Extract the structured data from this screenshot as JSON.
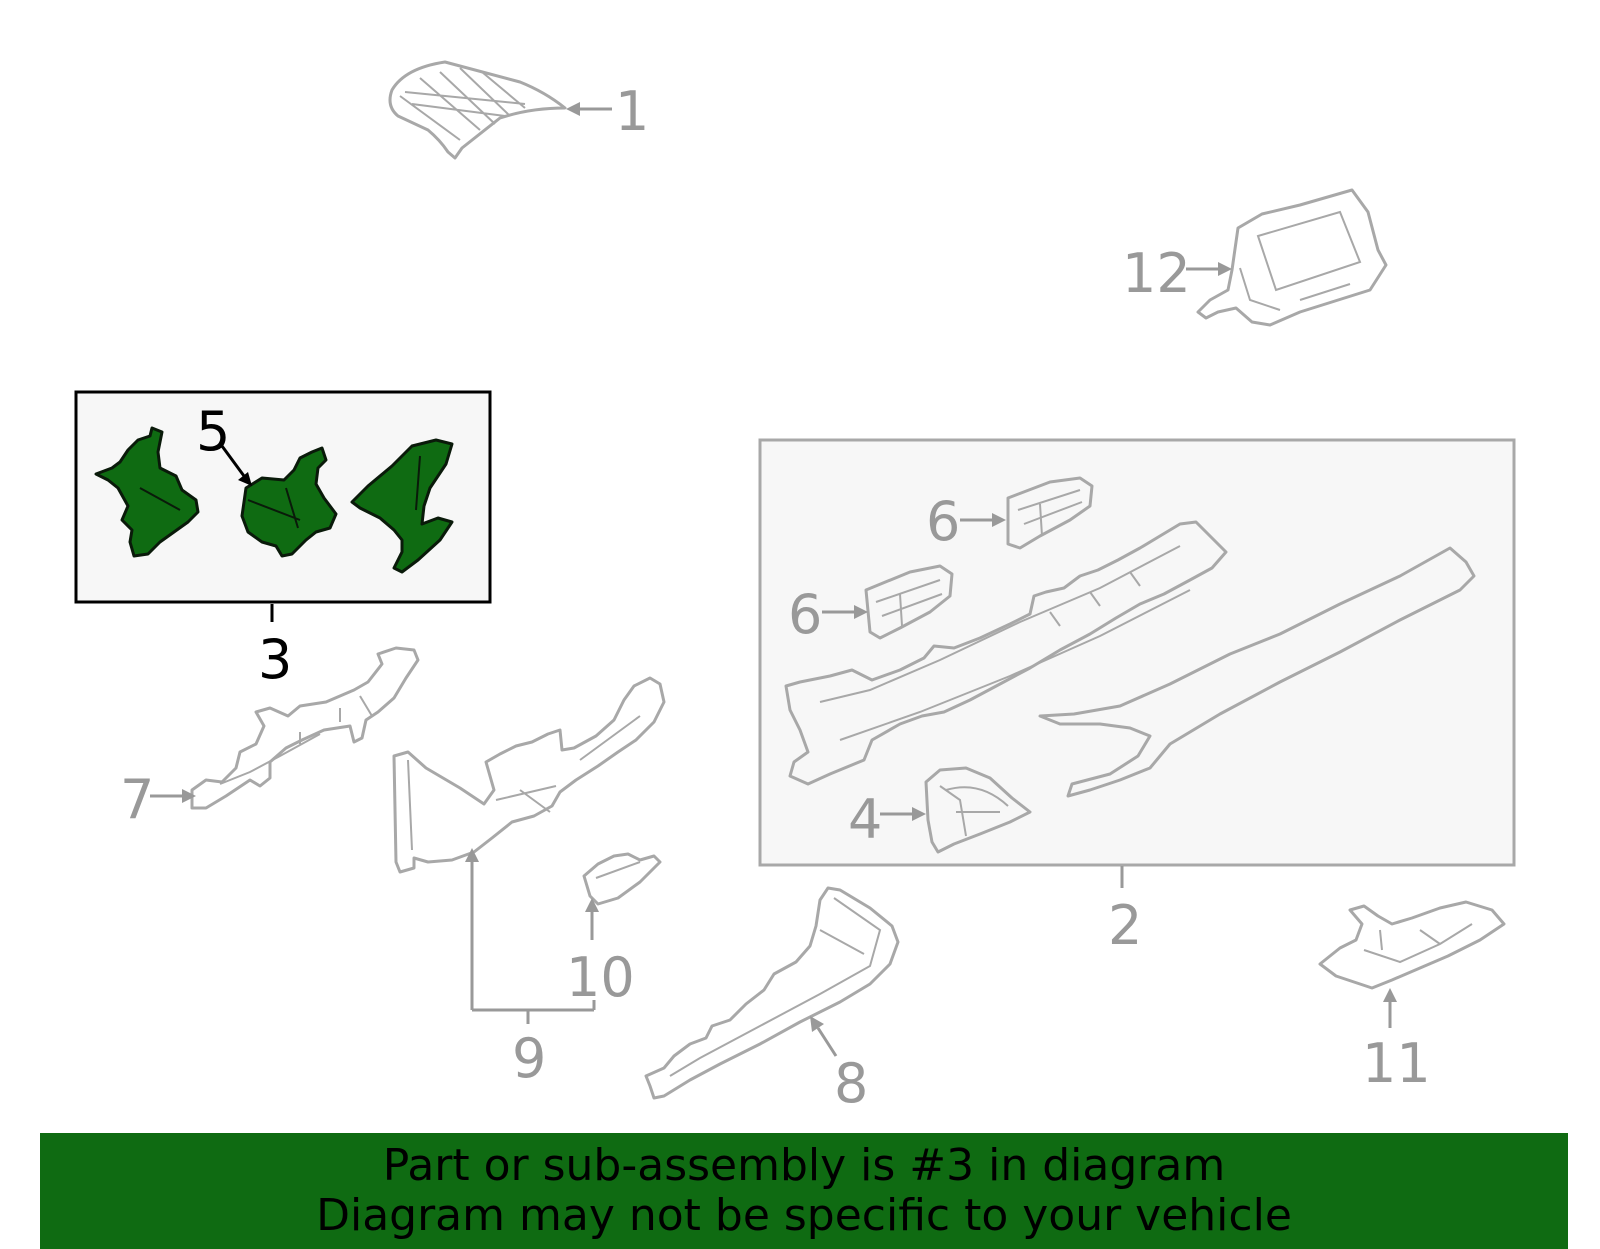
{
  "callouts": {
    "c1": "1",
    "c2": "2",
    "c3": "3",
    "c4": "4",
    "c5": "5",
    "c6a": "6",
    "c6b": "6",
    "c7": "7",
    "c8": "8",
    "c9": "9",
    "c10": "10",
    "c11": "11",
    "c12": "12"
  },
  "highlighted_part": "3",
  "banner": {
    "line1": "Part or sub-assembly is #3 in diagram",
    "line2": "Diagram may not be specific to your vehicle"
  },
  "colors": {
    "highlight_green": "#0f6b12",
    "outline_gray": "#a8a8a8",
    "callout_gray": "#999999",
    "box_background": "#f7f7f7"
  }
}
